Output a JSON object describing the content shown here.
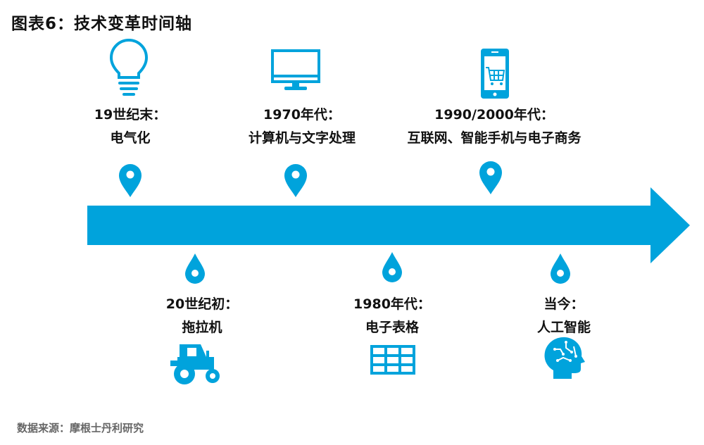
{
  "title": "图表6：技术变革时间轴",
  "source": "数据来源：摩根士丹利研究",
  "accent_color": "#00A3DC",
  "events": [
    {
      "period": "19世纪末：",
      "desc": "电气化",
      "icon": "lightbulb-icon",
      "side": "top"
    },
    {
      "period": "20世纪初：",
      "desc": "拖拉机",
      "icon": "tractor-icon",
      "side": "bottom"
    },
    {
      "period": "1970年代：",
      "desc": "计算机与文字处理",
      "icon": "computer-monitor-icon",
      "side": "top"
    },
    {
      "period": "1980年代：",
      "desc": "电子表格",
      "icon": "spreadsheet-icon",
      "side": "bottom"
    },
    {
      "period": "1990/2000年代：",
      "desc": "互联网、智能手机与电子商务",
      "icon": "smartphone-cart-icon",
      "side": "top"
    },
    {
      "period": "当今：",
      "desc": "人工智能",
      "icon": "ai-head-icon",
      "side": "bottom"
    }
  ]
}
